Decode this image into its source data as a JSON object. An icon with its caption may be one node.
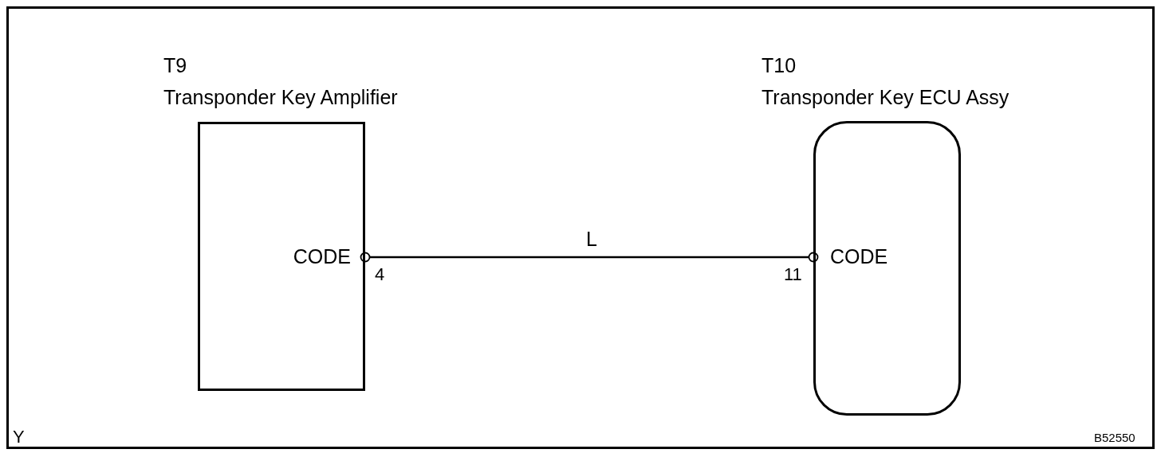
{
  "diagram": {
    "nodes": [
      {
        "text": [
          "T9",
          "Transponder Key Amplifier",
          "CODE"
        ],
        "beside": [
          "4"
        ]
      },
      {
        "text": [
          "T10",
          "Transponder Key ECU Assy",
          "CODE"
        ],
        "beside": [
          "11"
        ]
      }
    ],
    "edges": [
      {
        "from": 0,
        "to": 1,
        "arrow": "other",
        "label": "L"
      }
    ],
    "labels": [
      "Y",
      "B52550"
    ]
  }
}
